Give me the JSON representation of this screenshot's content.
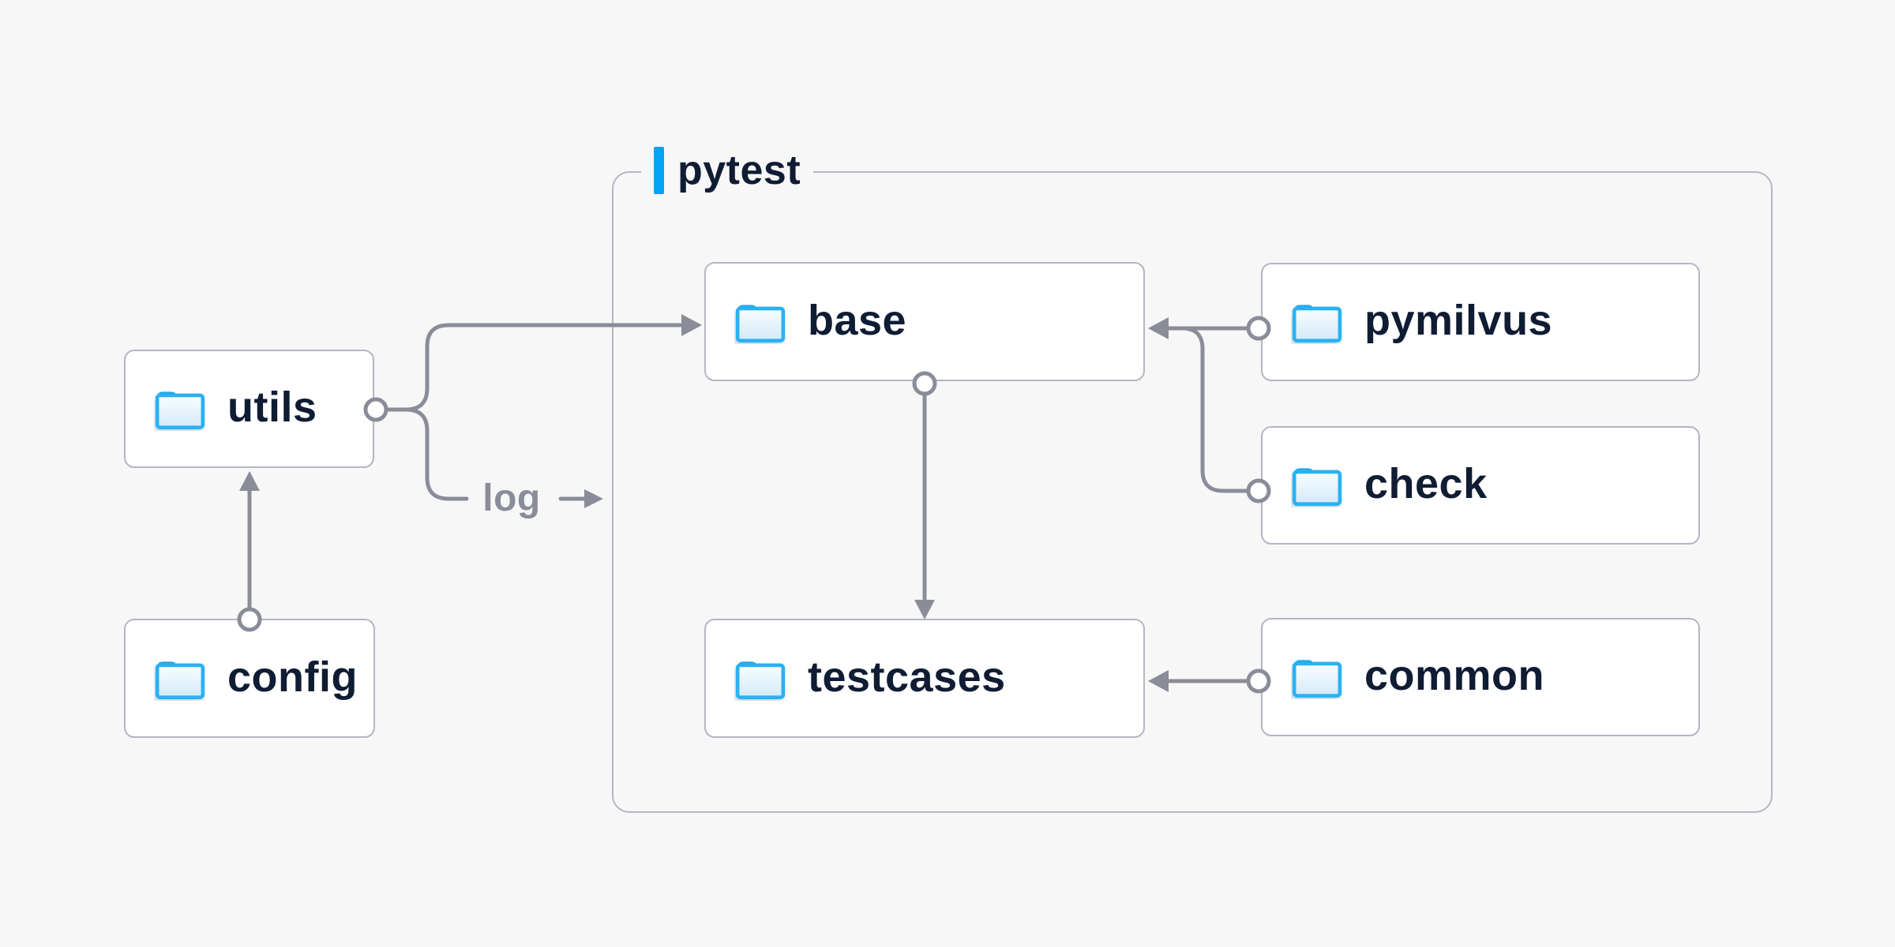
{
  "diagram": {
    "container_label": "pytest",
    "edge_label": "log",
    "nodes": {
      "utils": {
        "label": "utils",
        "icon": "folder-icon"
      },
      "config": {
        "label": "config",
        "icon": "folder-icon"
      },
      "base": {
        "label": "base",
        "icon": "folder-icon"
      },
      "pymilvus": {
        "label": "pymilvus",
        "icon": "folder-icon"
      },
      "check": {
        "label": "check",
        "icon": "folder-icon"
      },
      "testcases": {
        "label": "testcases",
        "icon": "folder-icon"
      },
      "common": {
        "label": "common",
        "icon": "folder-icon"
      }
    },
    "edges": [
      {
        "from": "utils",
        "to": "base",
        "style": "arrow"
      },
      {
        "from": "utils",
        "to": "pytest-container",
        "style": "arrow",
        "label": "log"
      },
      {
        "from": "config",
        "to": "utils",
        "style": "arrow"
      },
      {
        "from": "pymilvus",
        "to": "base",
        "style": "arrow"
      },
      {
        "from": "check",
        "to": "base",
        "style": "arrow"
      },
      {
        "from": "base",
        "to": "testcases",
        "style": "arrow"
      },
      {
        "from": "common",
        "to": "testcases",
        "style": "arrow"
      }
    ],
    "colors": {
      "background": "#f7f7f8",
      "box_fill": "#ffffff",
      "box_border": "#b4b6c2",
      "line": "#8a8c98",
      "text": "#0f1c33",
      "accent_blue": "#00a6f4",
      "folder_blue": "#2bb1f3"
    }
  }
}
